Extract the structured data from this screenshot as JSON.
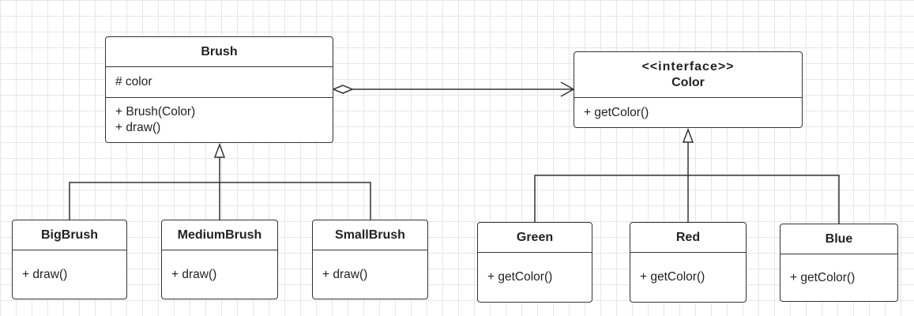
{
  "classes": {
    "brush": {
      "name": "Brush",
      "attributes": [
        "# color"
      ],
      "operations": [
        "+ Brush(Color)",
        "+ draw()"
      ]
    },
    "color": {
      "stereotype": "<<interface>>",
      "name": "Color",
      "operations": [
        "+ getColor()"
      ]
    },
    "big_brush": {
      "name": "BigBrush",
      "operations": [
        "+ draw()"
      ]
    },
    "medium_brush": {
      "name": "MediumBrush",
      "operations": [
        "+ draw()"
      ]
    },
    "small_brush": {
      "name": "SmallBrush",
      "operations": [
        "+ draw()"
      ]
    },
    "green": {
      "name": "Green",
      "operations": [
        "+ getColor()"
      ]
    },
    "red": {
      "name": "Red",
      "operations": [
        "+ getColor()"
      ]
    },
    "blue": {
      "name": "Blue",
      "operations": [
        "+ getColor()"
      ]
    }
  },
  "relations": [
    {
      "type": "aggregation",
      "from": "Brush",
      "to": "Color"
    },
    {
      "type": "generalization",
      "from": "BigBrush",
      "to": "Brush"
    },
    {
      "type": "generalization",
      "from": "MediumBrush",
      "to": "Brush"
    },
    {
      "type": "generalization",
      "from": "SmallBrush",
      "to": "Brush"
    },
    {
      "type": "realization",
      "from": "Green",
      "to": "Color"
    },
    {
      "type": "realization",
      "from": "Red",
      "to": "Color"
    },
    {
      "type": "realization",
      "from": "Blue",
      "to": "Color"
    }
  ],
  "colors": {
    "line": "#333333",
    "grid": "#e6e6e6",
    "fill": "#ffffff"
  }
}
